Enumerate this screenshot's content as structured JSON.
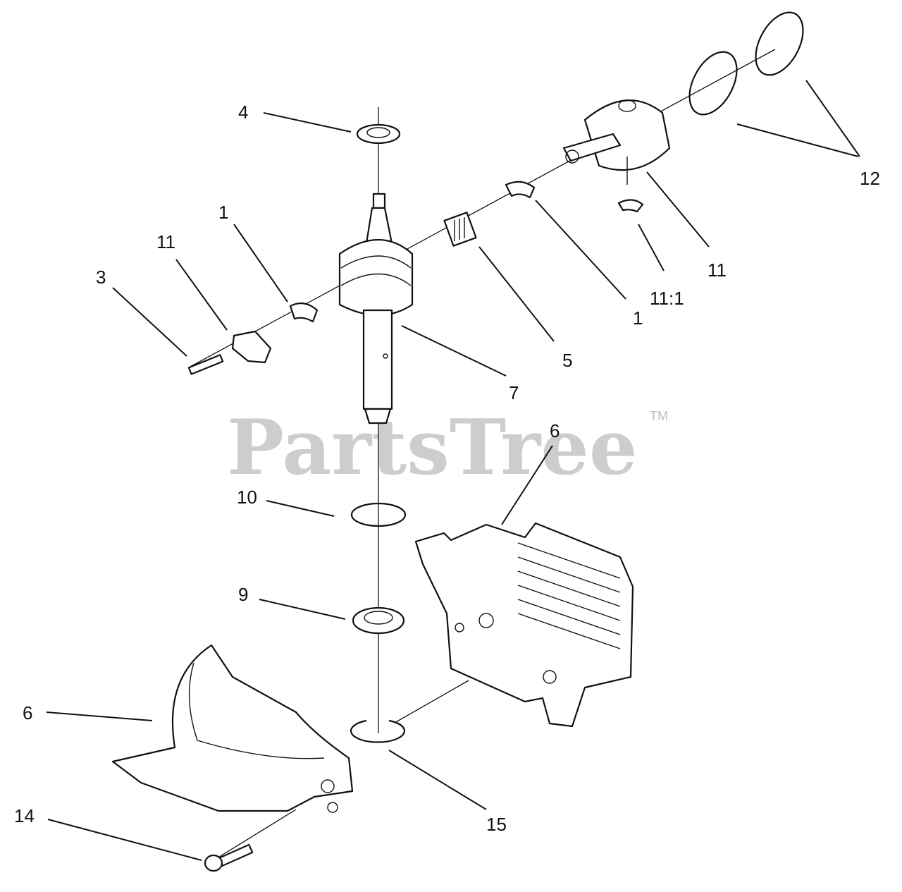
{
  "watermark": {
    "brand": "PartsTree",
    "trademark": "TM"
  },
  "callouts": [
    {
      "id": "c4",
      "label": "4"
    },
    {
      "id": "c1a",
      "label": "1"
    },
    {
      "id": "c11a",
      "label": "11"
    },
    {
      "id": "c3",
      "label": "3"
    },
    {
      "id": "c7",
      "label": "7"
    },
    {
      "id": "c5",
      "label": "5"
    },
    {
      "id": "c1b",
      "label": "1"
    },
    {
      "id": "c11_1",
      "label": "11:1"
    },
    {
      "id": "c11b",
      "label": "11"
    },
    {
      "id": "c12",
      "label": "12"
    },
    {
      "id": "c6a",
      "label": "6"
    },
    {
      "id": "c10",
      "label": "10"
    },
    {
      "id": "c9",
      "label": "9"
    },
    {
      "id": "c6b",
      "label": "6"
    },
    {
      "id": "c14",
      "label": "14"
    },
    {
      "id": "c15",
      "label": "15"
    }
  ]
}
